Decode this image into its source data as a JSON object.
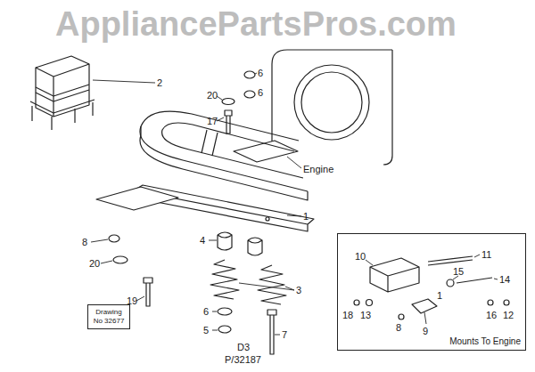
{
  "diagram": {
    "nodes": [
      {
        "text": [
          "Drawing No 32677"
        ]
      },
      {
        "text": [
          "Mounts To Engine"
        ]
      }
    ],
    "labels": [
      "AppliancePartsPros.com",
      "2",
      "20",
      "17",
      "6",
      "6",
      "Engine",
      "1",
      "8",
      "20",
      "4",
      "3",
      "19",
      "6",
      "5",
      "7",
      "D3",
      "P/32187",
      "10",
      "11",
      "15",
      "14",
      "1",
      "18",
      "13",
      "8",
      "9",
      "16",
      "12"
    ]
  }
}
